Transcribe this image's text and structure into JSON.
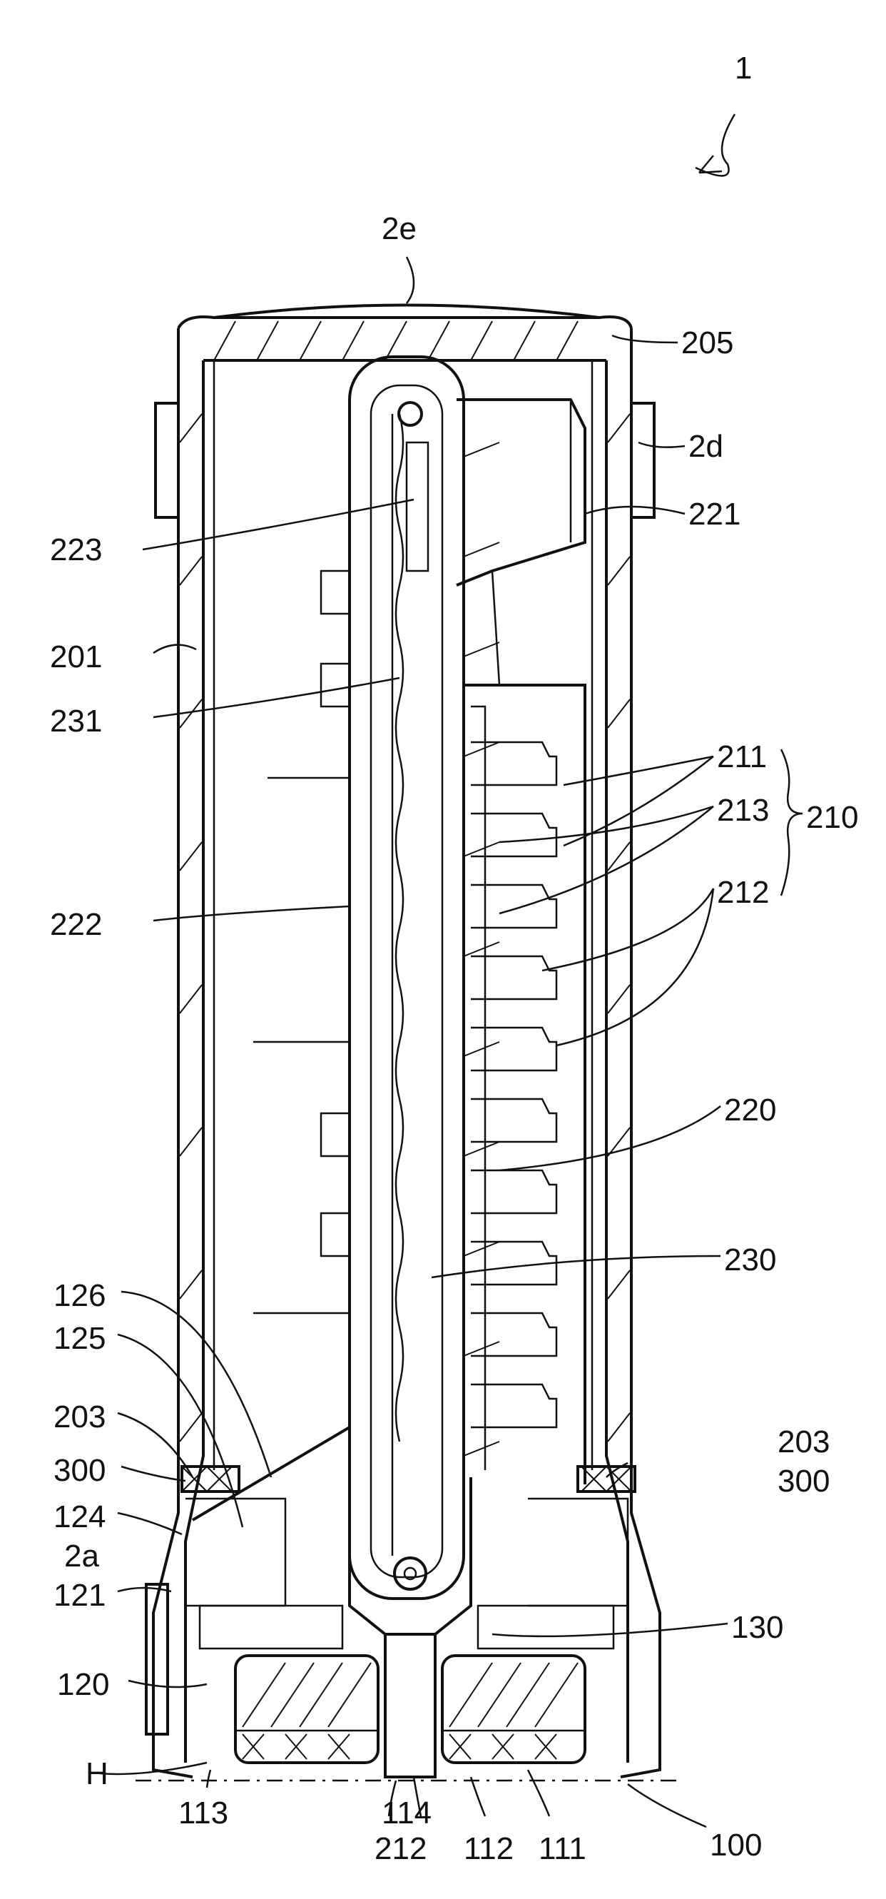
{
  "figure": {
    "labels": {
      "l1": "1",
      "l2e": "2e",
      "l205": "205",
      "l2d": "2d",
      "l221": "221",
      "l223": "223",
      "l201": "201",
      "l231": "231",
      "l211": "211",
      "l213": "213",
      "l210": "210",
      "l222": "222",
      "l212r": "212",
      "l220": "220",
      "l230": "230",
      "l126": "126",
      "l125": "125",
      "l203L": "203",
      "l203R": "203",
      "l300L": "300",
      "l300R": "300",
      "l124": "124",
      "l2a": "2a",
      "l121": "121",
      "l130": "130",
      "l120": "120",
      "lH": "H",
      "l113": "113",
      "l114": "114",
      "l212b": "212",
      "l112": "112",
      "l111": "111",
      "l100": "100"
    }
  }
}
